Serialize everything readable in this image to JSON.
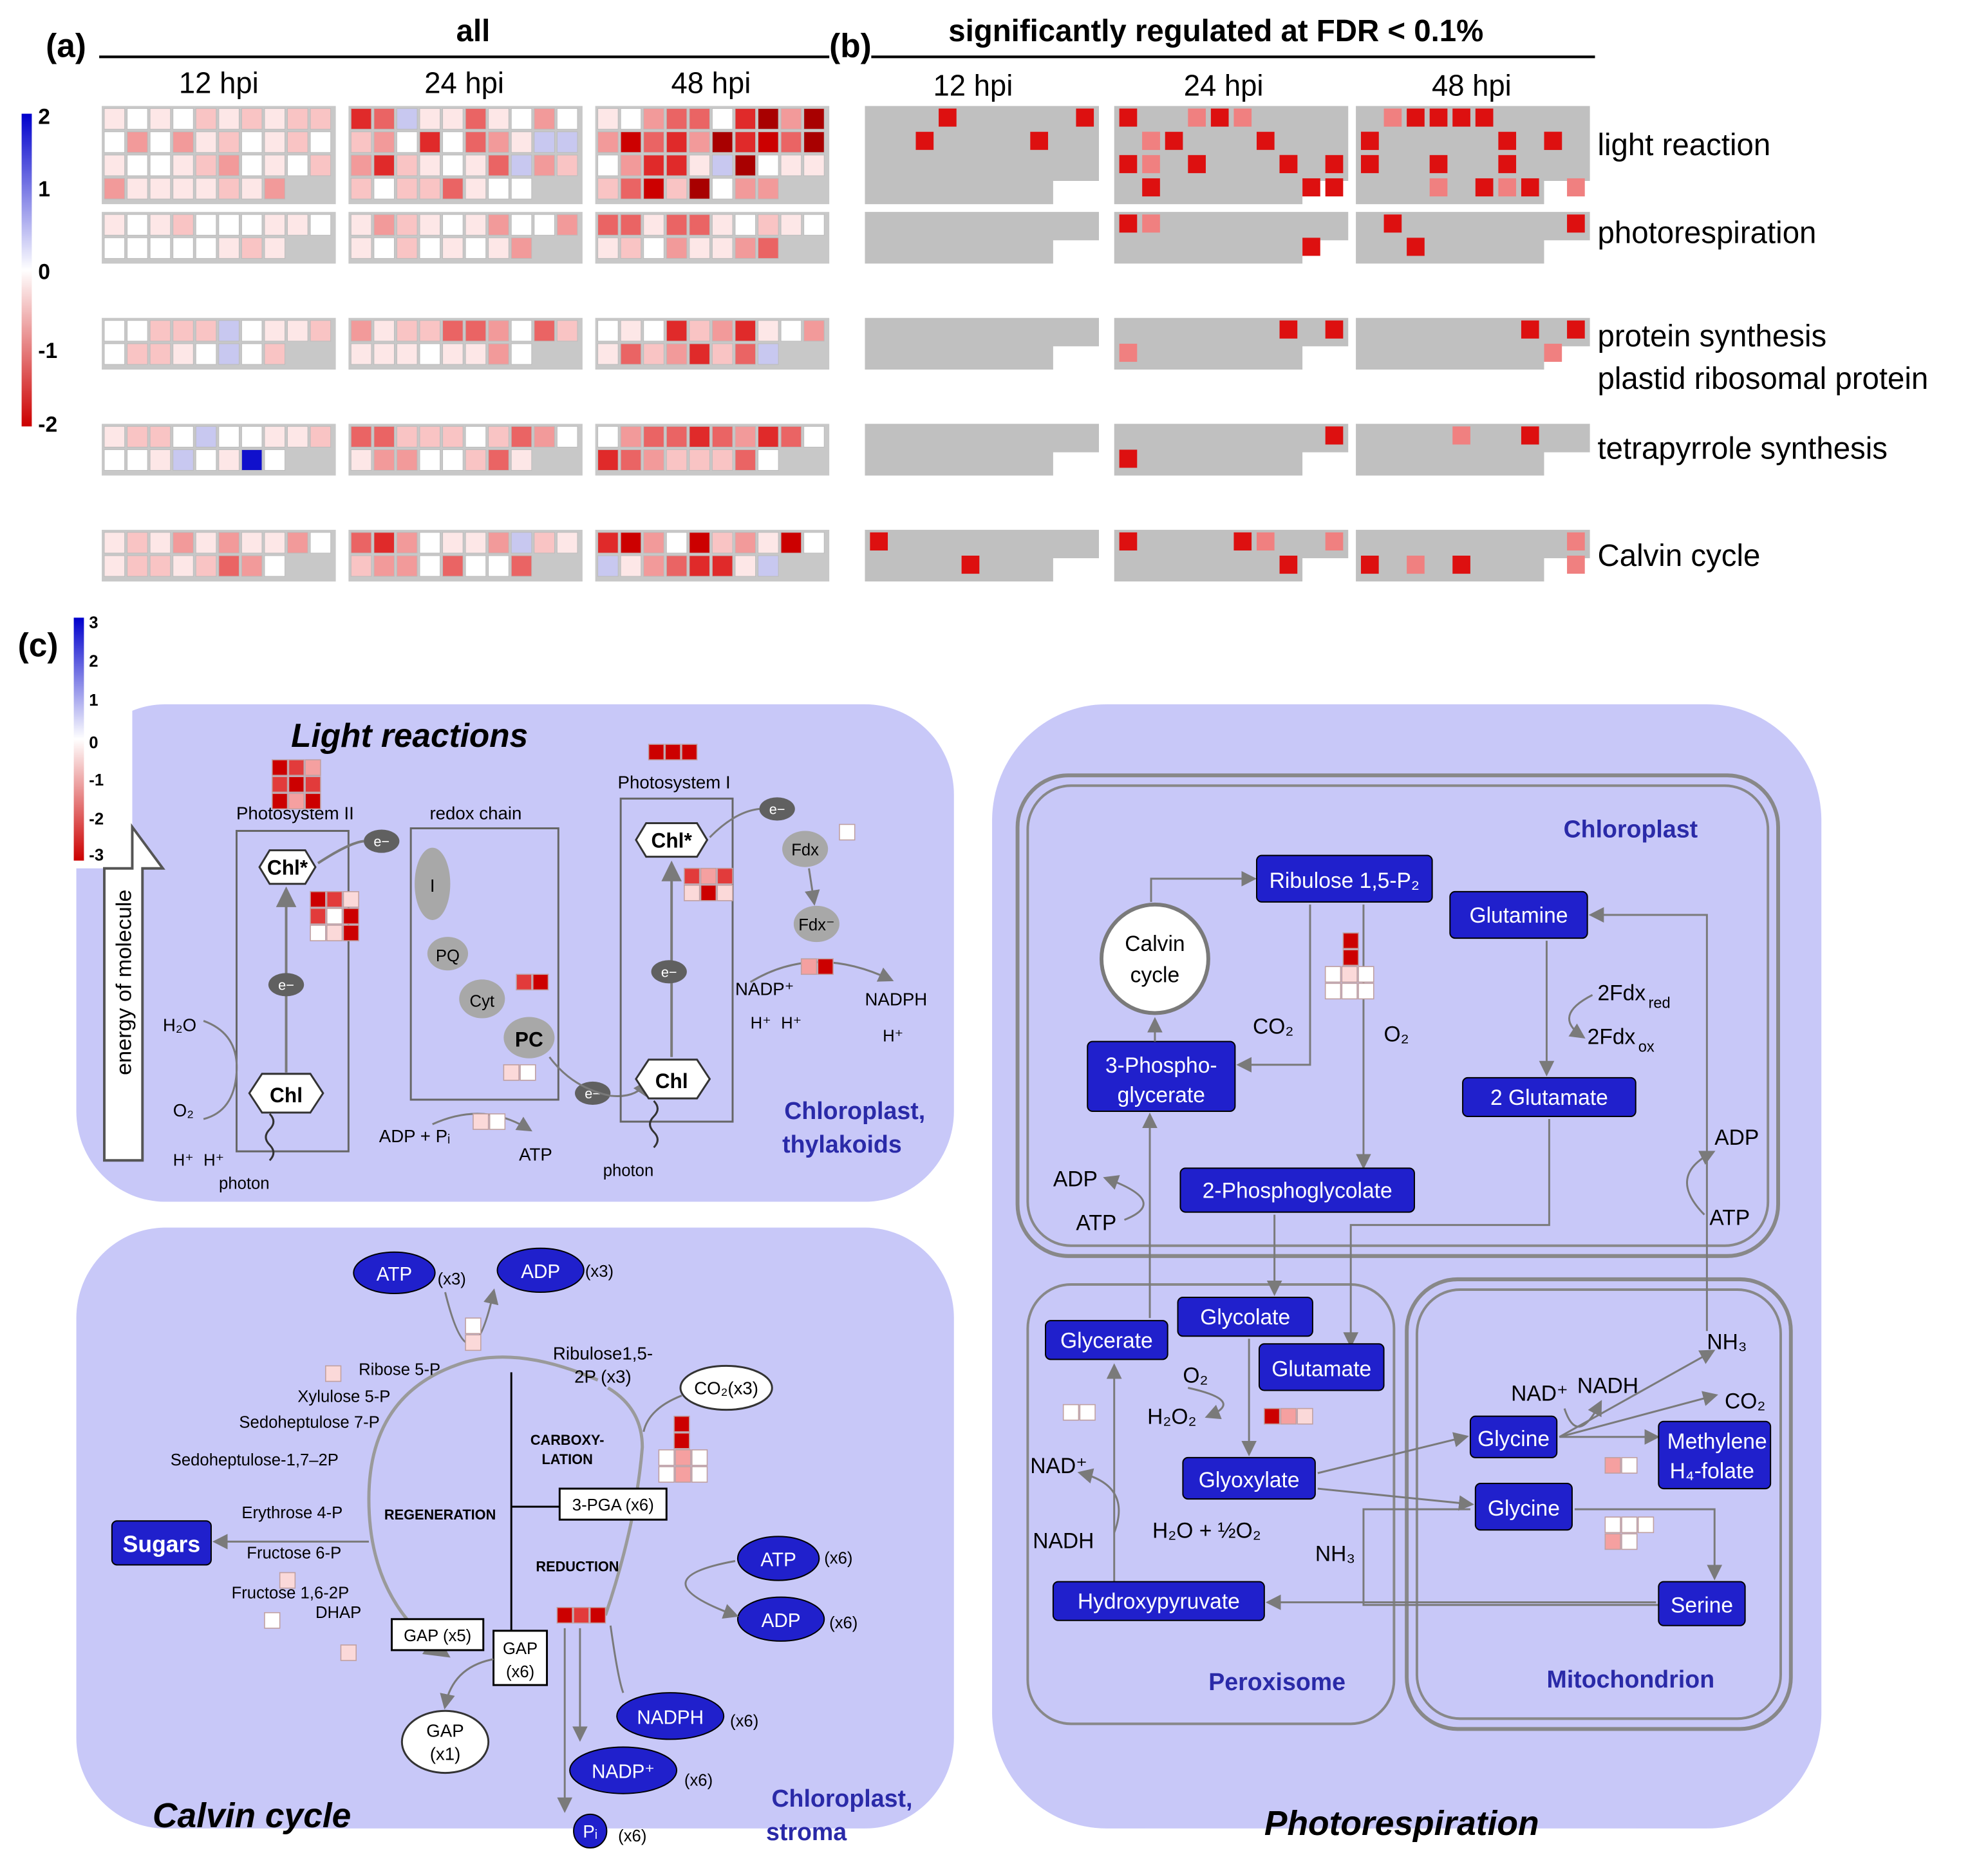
{
  "panel_a": {
    "label": "(a)",
    "title": "all",
    "timepoints": [
      "12 hpi",
      "24 hpi",
      "48 hpi"
    ],
    "legend_ticks": [
      "2",
      "1",
      "0",
      "-1",
      "-2"
    ]
  },
  "panel_b": {
    "label": "(b)",
    "title": "significantly regulated at FDR < 0.1%",
    "timepoints": [
      "12 hpi",
      "24 hpi",
      "48 hpi"
    ]
  },
  "row_labels": {
    "light_reaction": "light reaction",
    "photorespiration": "photorespiration",
    "protein_synthesis": "protein synthesis",
    "plastid_ribosomal": "plastid ribosomal protein",
    "tetrapyrrole": "tetrapyrrole synthesis",
    "calvin": "Calvin cycle"
  },
  "panel_c": {
    "label": "(c)",
    "legend_ticks": [
      "3",
      "2",
      "1",
      "0",
      "-1",
      "-2",
      "-3"
    ]
  },
  "light": {
    "title": "Light reactions",
    "energy": "energy of molecule",
    "ps2": "Photosystem II",
    "redox": "redox chain",
    "ps1": "Photosystem I",
    "chl_star": "Chl*",
    "chl": "Chl",
    "e": "e−",
    "fdx": "Fdx",
    "fdx_minus": "Fdx⁻",
    "I": "I",
    "pq": "PQ",
    "cyt": "Cyt",
    "pc": "PC",
    "h2o": "H₂O",
    "o2": "O₂",
    "hplus": "H⁺",
    "photon": "photon",
    "adp_pi": "ADP + Pᵢ",
    "atp": "ATP",
    "nadp": "NADP⁺",
    "nadph": "NADPH",
    "region": "Chloroplast,",
    "region2": "thylakoids"
  },
  "calvin": {
    "title": "Calvin cycle",
    "atp": "ATP",
    "adp": "ADP",
    "x3": "(x3)",
    "x6": "(x6)",
    "rubp": "Ribulose1,5-",
    "rubp2": "2P (x3)",
    "co2": "CO₂(x3)",
    "carboxy": "CARBOXY-",
    "lation": "LATION",
    "pga": "3-PGA (x6)",
    "regeneration": "REGENERATION",
    "reduction": "REDUCTION",
    "ribose": "Ribose 5-P",
    "xylulose": "Xylulose 5-P",
    "sedo7p": "Sedoheptulose 7-P",
    "sedo17": "Sedoheptulose-1,7–2P",
    "ery": "Erythrose 4-P",
    "f6p": "Fructose 6-P",
    "f16": "Fructose 1,6-2P",
    "dhap": "DHAP",
    "sugars": "Sugars",
    "gap5": "GAP (x5)",
    "gap6a": "GAP",
    "gap6b": "(x6)",
    "gap1a": "GAP",
    "gap1b": "(x1)",
    "nadph": "NADPH",
    "nadp": "NADP⁺",
    "pi": "Pᵢ",
    "region": "Chloroplast,",
    "region2": "stroma"
  },
  "photo": {
    "title": "Photorespiration",
    "chloroplast": "Chloroplast",
    "peroxisome": "Peroxisome",
    "mitochondrion": "Mitochondrion",
    "rubp": "Ribulose 1,5-P₂",
    "calvin1": "Calvin",
    "calvin2": "cycle",
    "pga1": "3-Phospho-",
    "pga2": "glycerate",
    "co2": "CO₂",
    "o2": "O₂",
    "glutamine": "Glutamine",
    "fdx_red": "2Fdx",
    "red": "red",
    "ox": "ox",
    "glutamate2": "2 Glutamate",
    "pg": "2-Phosphoglycolate",
    "adp": "ADP",
    "atp": "ATP",
    "glycerate": "Glycerate",
    "glycolate": "Glycolate",
    "glutamate": "Glutamate",
    "h2o2": "H₂O₂",
    "glyoxylate": "Glyoxylate",
    "h2o_o2": "H₂O + ½O₂",
    "nad": "NAD⁺",
    "nadh": "NADH",
    "nh3": "NH₃",
    "glycine": "Glycine",
    "methylene1": "Methylene",
    "methylene2": "H₄-folate",
    "serine": "Serine",
    "hydroxypyruvate": "Hydroxypyruvate"
  },
  "colors": {
    "panel_bg": "#c8c8f8",
    "node_blue": "#2020cc",
    "region_text": "#2a2aa8",
    "gray_block": "#c0c0c0"
  }
}
